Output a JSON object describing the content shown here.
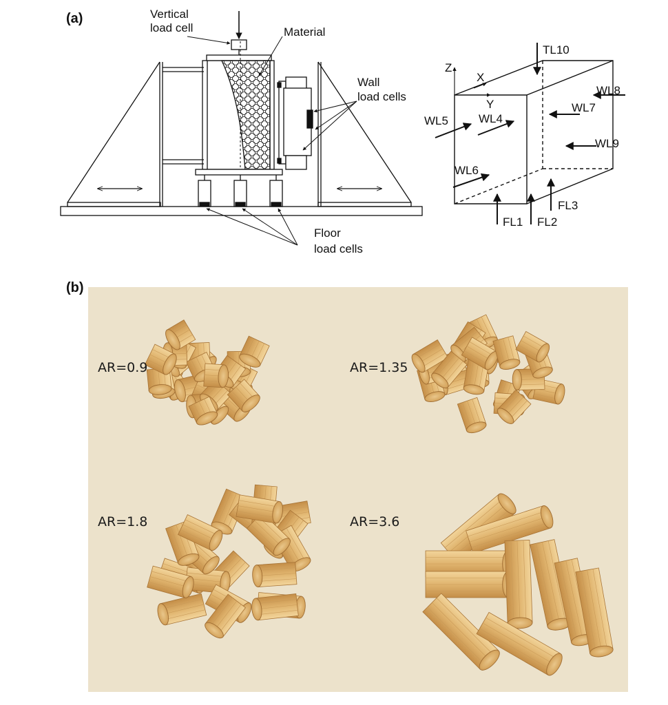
{
  "panel_a": {
    "label": "(a)",
    "rig": {
      "vertical_load_cell": [
        "Vertical",
        "load cell"
      ],
      "material": "Material",
      "wall_load_cells": [
        "Wall",
        "load cells"
      ],
      "floor_load_cells": [
        "Floor",
        "load cells"
      ]
    },
    "schematic": {
      "axes": {
        "z": "Z",
        "x": "X",
        "y": "Y"
      },
      "top": "TL10",
      "walls": [
        "WL4",
        "WL5",
        "WL6",
        "WL7",
        "WL8",
        "WL9"
      ],
      "floors": [
        "FL1",
        "FL2",
        "FL3"
      ]
    }
  },
  "panel_b": {
    "label": "(b)",
    "groups": [
      {
        "label": "AR=0.9"
      },
      {
        "label": "AR=1.35"
      },
      {
        "label": "AR=1.8"
      },
      {
        "label": "AR=3.6"
      }
    ]
  }
}
